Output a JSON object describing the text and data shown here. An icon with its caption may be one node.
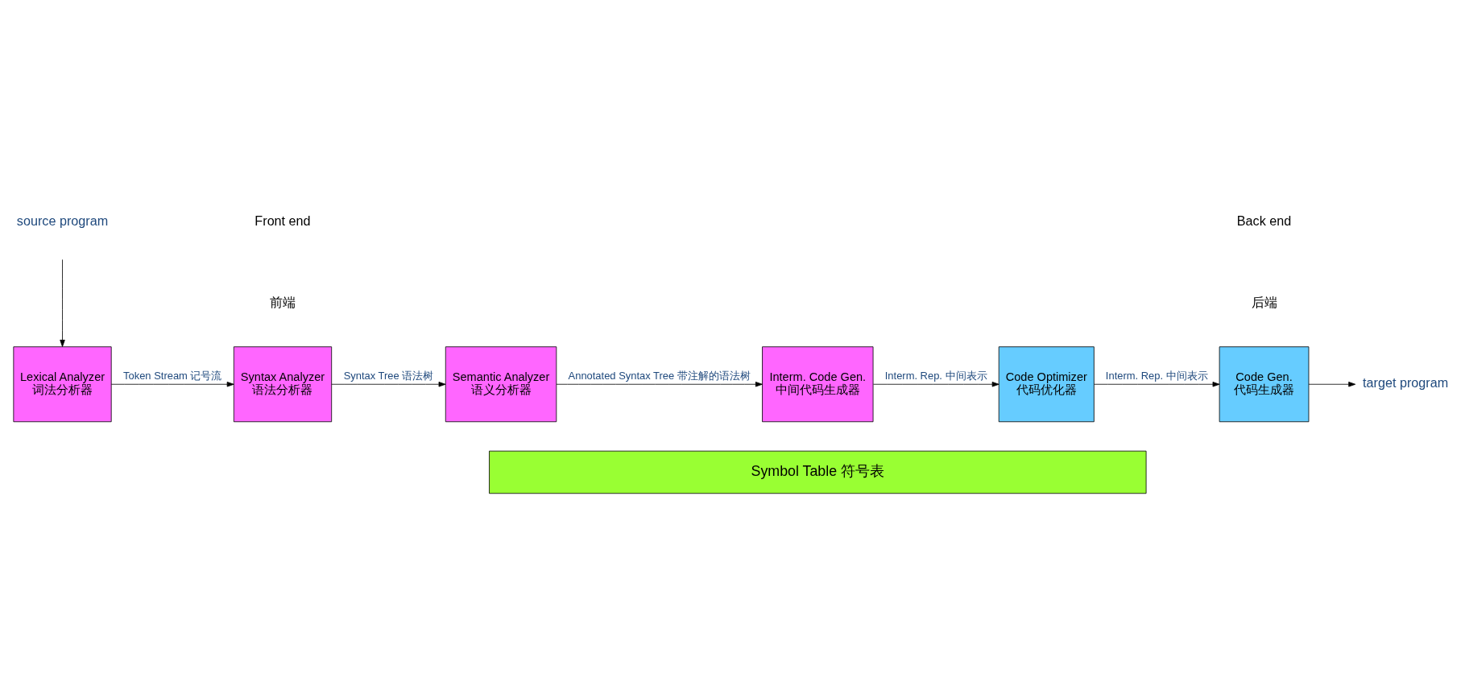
{
  "diagram": {
    "nodes": [
      {
        "text": [
          "source program"
        ]
      },
      {
        "text": [
          "Lexical Analyzer",
          "词法分析器"
        ]
      },
      {
        "text": [
          "Syntax Analyzer",
          "语法分析器"
        ]
      },
      {
        "text": [
          "Semantic Analyzer",
          "语义分析器"
        ]
      },
      {
        "text": [
          "Interm. Code Gen.",
          "中间代码生成器"
        ]
      },
      {
        "text": [
          "Code Optimizer",
          "代码优化器"
        ]
      },
      {
        "text": [
          "Code Gen.",
          "代码生成器"
        ]
      },
      {
        "text": [
          "target program"
        ]
      },
      {
        "text": [
          "Symbol Table 符号表"
        ]
      }
    ],
    "edges": [
      {
        "from": 0,
        "to": 1,
        "arrow": "to"
      },
      {
        "from": 1,
        "to": 2,
        "arrow": "to",
        "label": "Token Stream 记号流"
      },
      {
        "from": 2,
        "to": 3,
        "arrow": "to",
        "label": "Syntax Tree 语法树"
      },
      {
        "from": 3,
        "to": 4,
        "arrow": "to",
        "label": "Annotated Syntax Tree 带注解的语法树"
      },
      {
        "from": 4,
        "to": 5,
        "arrow": "to",
        "label": "Interm. Rep. 中间表示"
      },
      {
        "from": 5,
        "to": 6,
        "arrow": "to",
        "label": "Interm. Rep. 中间表示"
      },
      {
        "from": 6,
        "to": 7,
        "arrow": "to"
      }
    ],
    "labels": [
      "Front end",
      "前端",
      "Back end",
      "后端"
    ]
  }
}
